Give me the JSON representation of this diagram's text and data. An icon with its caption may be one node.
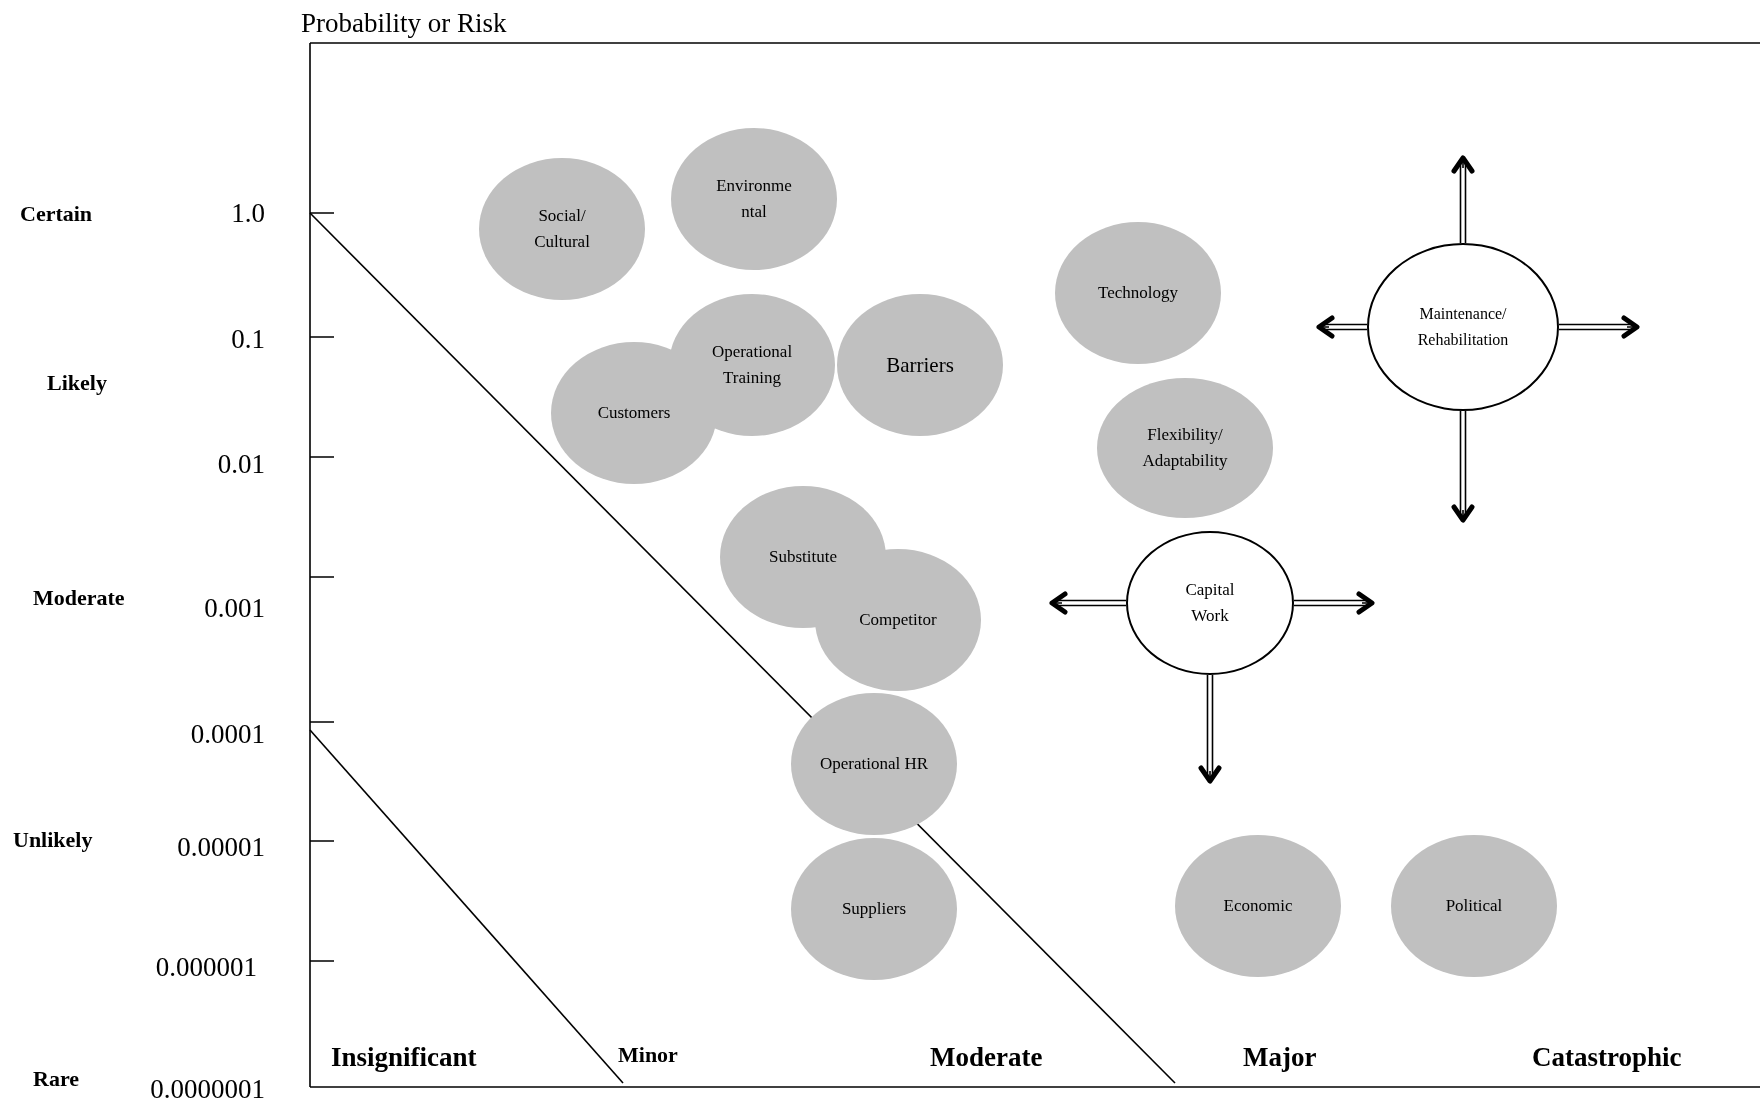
{
  "diagram": {
    "title": "Probability or Risk",
    "nodes": [
      {
        "text": [
          "Social/ Cultural"
        ]
      },
      {
        "text": [
          "Environme ntal"
        ]
      },
      {
        "text": [
          "Technology"
        ]
      },
      {
        "text": [
          "Maintenance/ Rehabilitation"
        ]
      },
      {
        "text": [
          "Operational Training"
        ]
      },
      {
        "text": [
          "Barriers"
        ]
      },
      {
        "text": [
          "Customers"
        ]
      },
      {
        "text": [
          "Flexibility/ Adaptability"
        ]
      },
      {
        "text": [
          "Substitute"
        ]
      },
      {
        "text": [
          "Capital Work"
        ]
      },
      {
        "text": [
          "Competitor"
        ]
      },
      {
        "text": [
          "Operational HR"
        ]
      },
      {
        "text": [
          "Suppliers"
        ]
      },
      {
        "text": [
          "Economic"
        ]
      },
      {
        "text": [
          "Political"
        ]
      }
    ],
    "edges": [
      {
        "from": 3,
        "to": null,
        "arrow": "to"
      },
      {
        "from": 3,
        "to": null,
        "arrow": "to"
      },
      {
        "from": 3,
        "to": null,
        "arrow": "to"
      },
      {
        "from": 3,
        "to": null,
        "arrow": "to"
      },
      {
        "from": 9,
        "to": null,
        "arrow": "to"
      },
      {
        "from": 9,
        "to": null,
        "arrow": "to"
      },
      {
        "from": 9,
        "to": null,
        "arrow": "to"
      }
    ],
    "labels": [
      "Certain",
      "1.0",
      "0.1",
      "Likely",
      "0.01",
      "Moderate",
      "0.001",
      "0.0001",
      "Unlikely",
      "0.00001",
      "0.000001",
      "Rare",
      "0.0000001",
      "Insignificant",
      "Minor",
      "Moderate",
      "Major",
      "Catastrophic"
    ]
  }
}
